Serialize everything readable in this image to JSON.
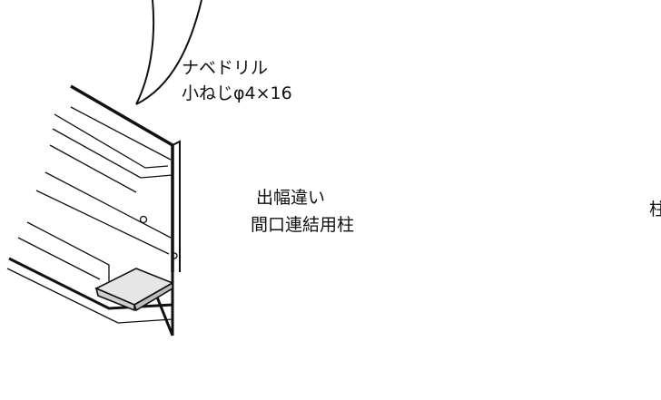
{
  "labels": {
    "screw_line1": "ナベドリル",
    "screw_line2": "小ねじφ4×16",
    "post_line1": "出幅違い",
    "post_line2": "間口連結用柱",
    "edge_char": "柱"
  },
  "colors": {
    "line": "#111111",
    "plate_fill": "#b3b3b3",
    "light_fill": "#e6e6e6",
    "paper": "#ffffff"
  }
}
